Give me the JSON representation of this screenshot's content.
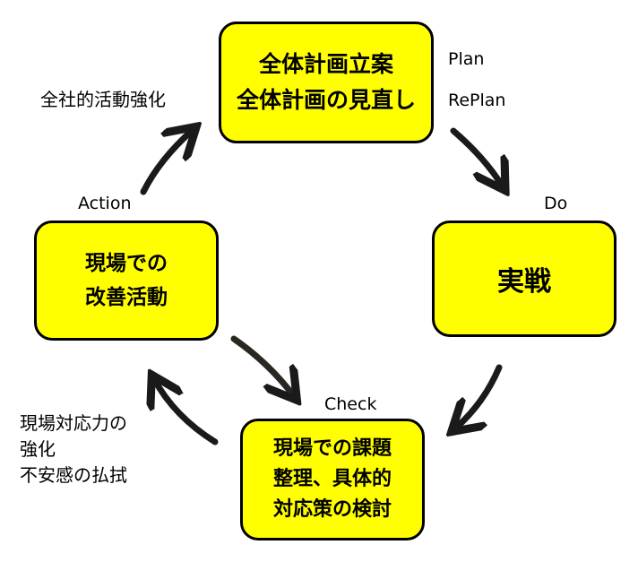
{
  "colors": {
    "box_fill": "#ffff00",
    "box_border": "#000000",
    "arrow": "#1a1a1a"
  },
  "plan_box": {
    "line1": "全体計画立案",
    "line2": "全体計画の見直し"
  },
  "do_box": {
    "text": "実戦"
  },
  "check_box": {
    "line1": "現場での課題",
    "line2": "整理、具体的",
    "line3": "対応策の検討"
  },
  "action_box": {
    "line1": "現場での",
    "line2": "改善活動"
  },
  "labels": {
    "plan": "Plan",
    "replan": "RePlan",
    "do": "Do",
    "check": "Check",
    "action": "Action"
  },
  "notes": {
    "action": "全社的活動強化",
    "check": [
      "現場対応力の",
      "強化",
      "不安感の払拭"
    ]
  },
  "arrows": [
    {
      "from": "plan",
      "to": "do",
      "icon": "curved-arrow-icon"
    },
    {
      "from": "do",
      "to": "check",
      "icon": "curved-arrow-icon"
    },
    {
      "from": "check",
      "to": "action",
      "icon": "curved-arrow-icon"
    },
    {
      "from": "action",
      "to": "plan",
      "icon": "curved-arrow-icon"
    },
    {
      "from": "action",
      "to": "check",
      "icon": "curved-arrow-icon"
    }
  ]
}
